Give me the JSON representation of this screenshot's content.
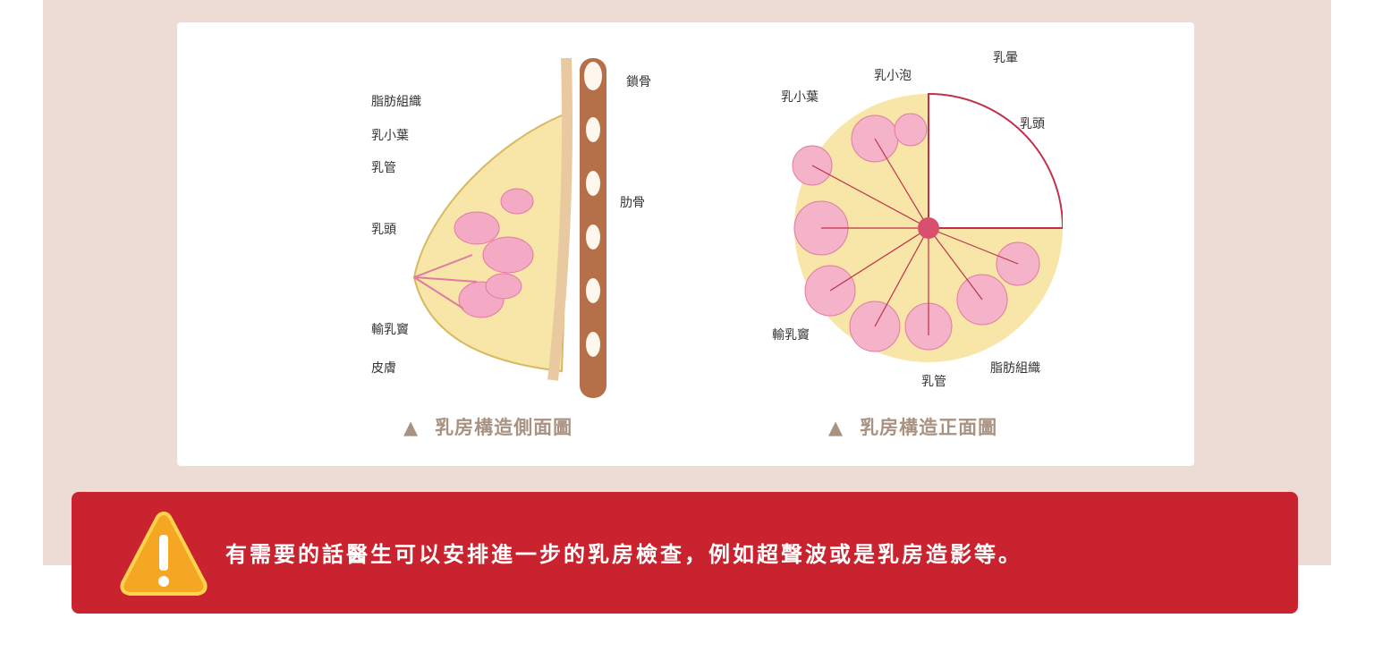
{
  "side_diagram": {
    "labels": {
      "fat": "脂肪組織",
      "lobule": "乳小葉",
      "duct": "乳管",
      "nipple": "乳頭",
      "sinus": "輸乳竇",
      "skin": "皮膚",
      "clavicle": "鎖骨",
      "rib": "肋骨"
    },
    "caption": "乳房構造側面圖"
  },
  "front_diagram": {
    "labels": {
      "lobule": "乳小葉",
      "alveoli": "乳小泡",
      "areola": "乳暈",
      "nipple": "乳頭",
      "sinus": "輸乳竇",
      "duct": "乳管",
      "fat": "脂肪組織"
    },
    "caption": "乳房構造正面圖"
  },
  "caption_marker": "▲",
  "notice": {
    "icon": "warning-icon",
    "text": "有需要的話醫生可以安排進一步的乳房檢查，例如超聲波或是乳房造影等。"
  },
  "colors": {
    "panel": "#ecdcd5",
    "banner": "#c8232f",
    "caption": "#a89282"
  }
}
